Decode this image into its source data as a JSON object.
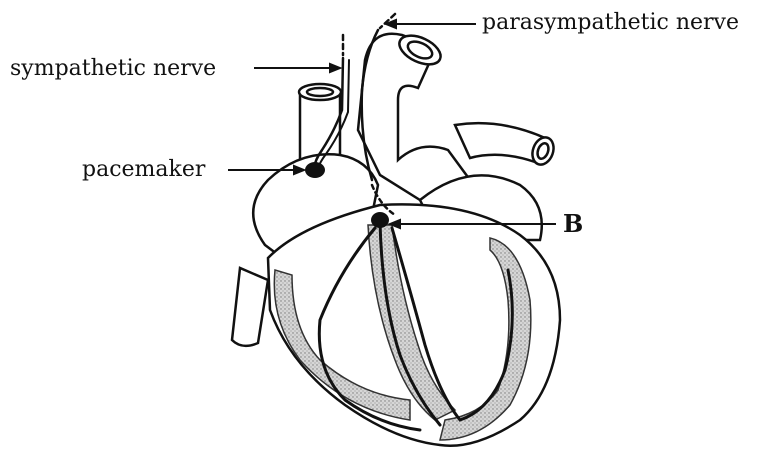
{
  "labels": {
    "sympathetic": "sympathetic nerve",
    "parasympathetic": "parasympathetic nerve",
    "pacemaker": "pacemaker",
    "b_node": "B"
  },
  "colors": {
    "line": "#111111",
    "muscle_fill": "#cfcfcf",
    "background": "#ffffff"
  }
}
